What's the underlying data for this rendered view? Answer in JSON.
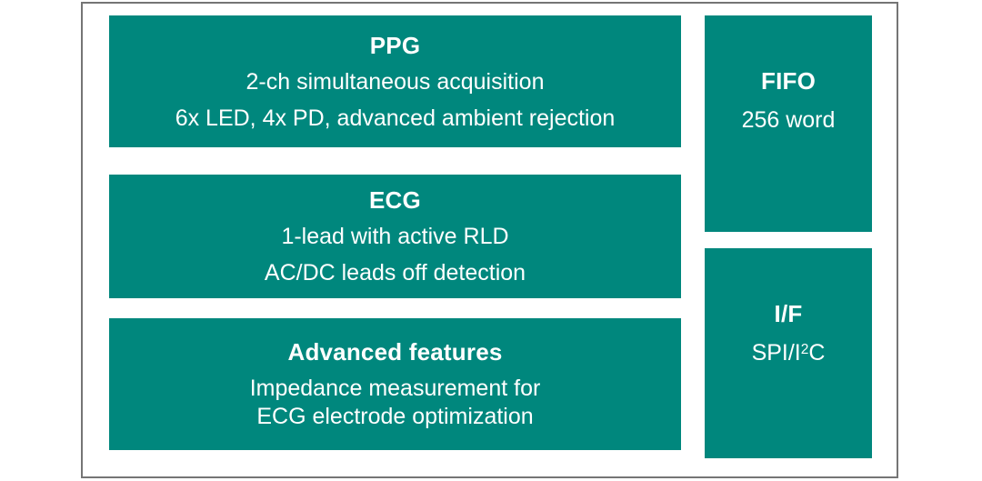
{
  "colors": {
    "block_fill": "#00877D",
    "frame_border": "#757575",
    "text": "#FFFFFF",
    "background": "#FFFFFF"
  },
  "blocks": {
    "ppg": {
      "title": "PPG",
      "lines": [
        "2-ch simultaneous acquisition",
        "6x LED, 4x PD, advanced ambient rejection"
      ]
    },
    "ecg": {
      "title": "ECG",
      "lines": [
        "1-lead with active RLD",
        "AC/DC leads off detection"
      ]
    },
    "advanced": {
      "title": "Advanced features",
      "lines": [
        "Impedance measurement for",
        "ECG electrode optimization"
      ]
    },
    "fifo": {
      "title": "FIFO",
      "lines": [
        "256 word"
      ]
    },
    "interface": {
      "title": "I/F",
      "spec_pre": "SPI/I",
      "spec_sup": "2",
      "spec_post": "C"
    }
  }
}
